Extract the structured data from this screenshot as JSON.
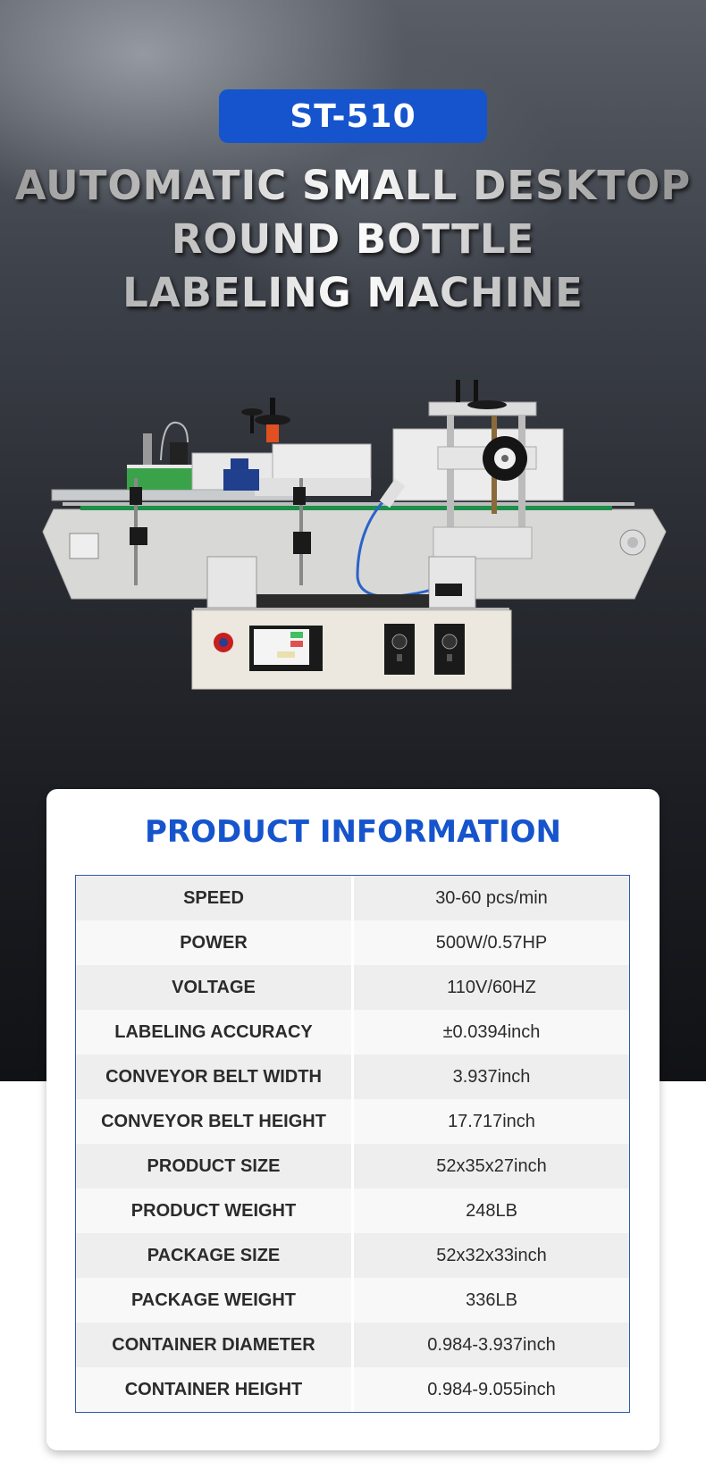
{
  "header": {
    "model_badge": "ST-510",
    "title_lines": [
      "AUTOMATIC SMALL DESKTOP",
      "ROUND BOTTLE",
      "LABELING MACHINE"
    ]
  },
  "product_image": {
    "description": "automatic-desktop-round-bottle-labeling-machine-photo"
  },
  "product_info": {
    "title": "PRODUCT INFORMATION",
    "rows": [
      {
        "label": "SPEED",
        "value": "30-60 pcs/min"
      },
      {
        "label": "POWER",
        "value": "500W/0.57HP"
      },
      {
        "label": "VOLTAGE",
        "value": "110V/60HZ"
      },
      {
        "label": "LABELING ACCURACY",
        "value": "±0.0394inch"
      },
      {
        "label": "CONVEYOR BELT WIDTH",
        "value": "3.937inch"
      },
      {
        "label": "CONVEYOR BELT HEIGHT",
        "value": "17.717inch"
      },
      {
        "label": "PRODUCT SIZE",
        "value": "52x35x27inch"
      },
      {
        "label": "PRODUCT WEIGHT",
        "value": "248LB"
      },
      {
        "label": "PACKAGE SIZE",
        "value": "52x32x33inch"
      },
      {
        "label": "PACKAGE WEIGHT",
        "value": "336LB"
      },
      {
        "label": "CONTAINER DIAMETER",
        "value": "0.984-3.937inch"
      },
      {
        "label": "CONTAINER HEIGHT",
        "value": "0.984-9.055inch"
      }
    ]
  },
  "colors": {
    "accent_blue": "#1554cc",
    "table_border": "#2a5ca8",
    "row_odd": "#efeeef",
    "row_even": "#f8f8f9",
    "text_dark": "#2b2b2b"
  }
}
